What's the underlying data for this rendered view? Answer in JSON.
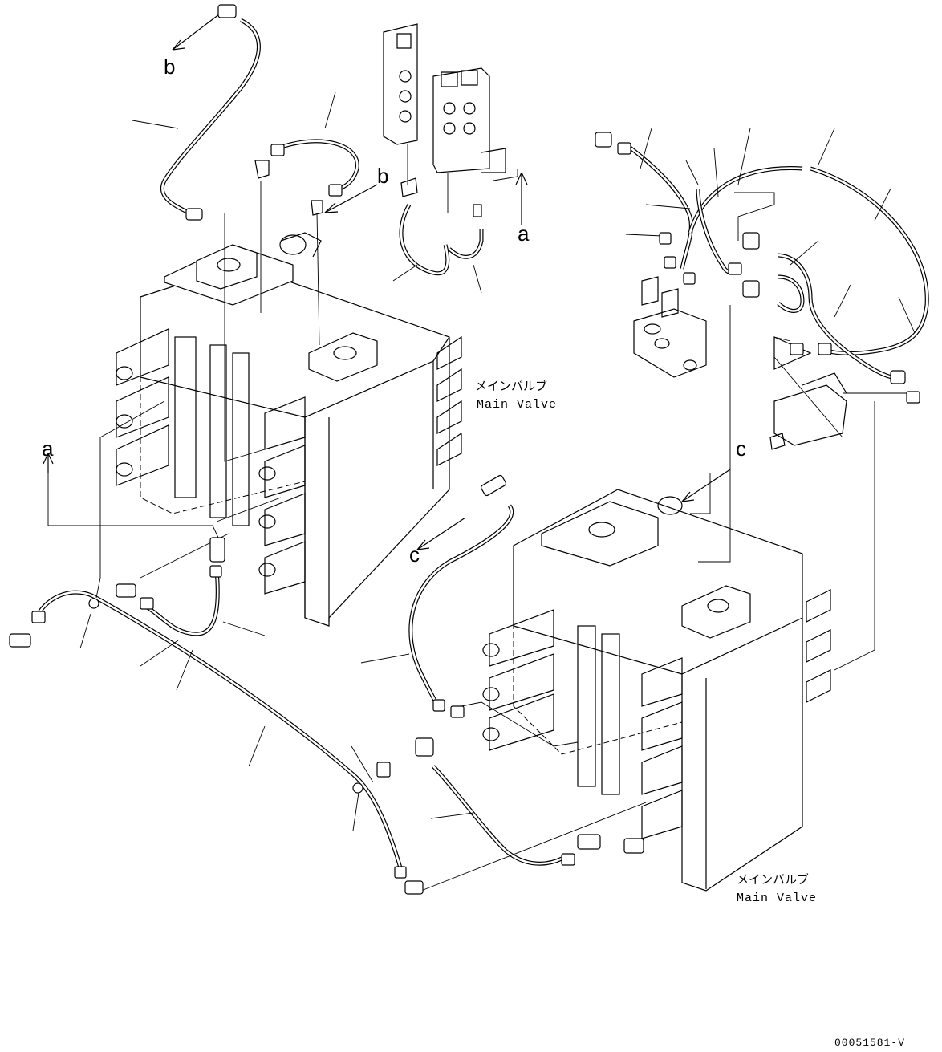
{
  "labels": {
    "a": "a",
    "b": "b",
    "c": "c"
  },
  "captions": {
    "main_valve_jp": "メインバルブ",
    "main_valve_en": "Main Valve"
  },
  "drawing_number": "00051581-V"
}
